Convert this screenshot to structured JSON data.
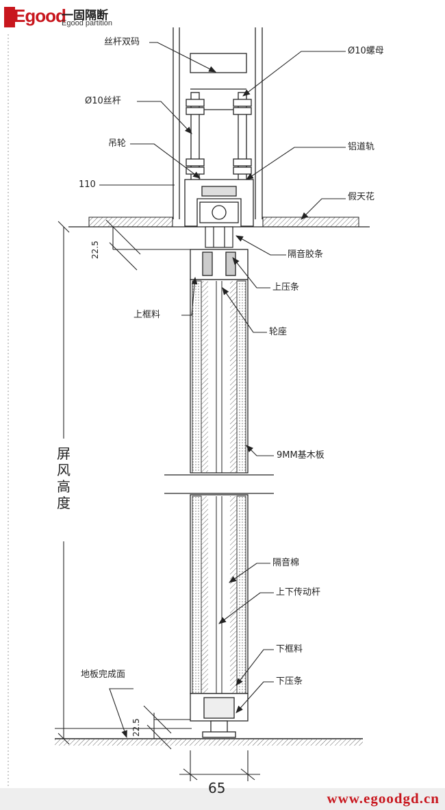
{
  "logo": {
    "brand": "Egood",
    "cn": "一固隔断",
    "en": "Egood partition"
  },
  "labels": [
    {
      "id": "threaded-rod-double-nut",
      "text": "丝杆双码"
    },
    {
      "id": "nut-10",
      "text": "Ø10螺母"
    },
    {
      "id": "threaded-rod-10",
      "text": "Ø10丝杆"
    },
    {
      "id": "hanging-wheel",
      "text": "吊轮"
    },
    {
      "id": "aluminum-track",
      "text": "铝道轨"
    },
    {
      "id": "dim-110",
      "text": "110"
    },
    {
      "id": "ceiling",
      "text": "假天花"
    },
    {
      "id": "soundproof-strip",
      "text": "隔音胶条"
    },
    {
      "id": "upper-press-strip",
      "text": "上压条"
    },
    {
      "id": "upper-frame",
      "text": "上框料"
    },
    {
      "id": "wheel-seat",
      "text": "轮座"
    },
    {
      "id": "blockboard",
      "text": "9MM基木板"
    },
    {
      "id": "sound-cotton",
      "text": "隔音棉"
    },
    {
      "id": "drive-rod",
      "text": "上下传动杆"
    },
    {
      "id": "lower-frame",
      "text": "下框料"
    },
    {
      "id": "lower-press-strip",
      "text": "下压条"
    },
    {
      "id": "floor-finish",
      "text": "地板完成面"
    }
  ],
  "dimensions": {
    "top_gap": "22.5",
    "bottom_gap": "22.5",
    "width": "65",
    "screen_height": "屏风高度"
  },
  "website": "www.egoodgd.cn",
  "colors": {
    "brand_red": "#c8161d",
    "line": "#222222",
    "hatch": "#555555"
  }
}
